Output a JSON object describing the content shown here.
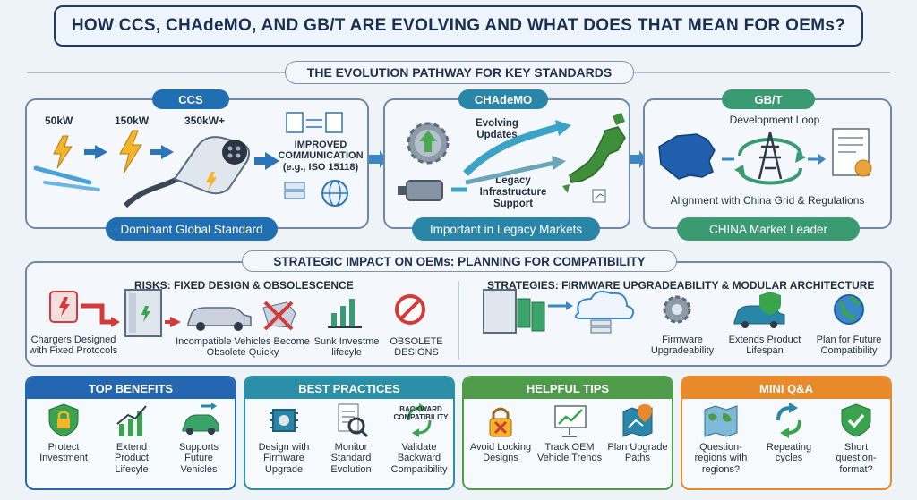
{
  "title": "HOW CCS, CHAdeMO, AND GB/T ARE EVOLVING AND WHAT DOES THAT MEAN FOR OEMs?",
  "evolution": {
    "header": "THE EVOLUTION PATHWAY FOR KEY STANDARDS",
    "ccs": {
      "tag": "CCS",
      "power_levels": [
        "50kW",
        "150kW",
        "350kW+"
      ],
      "communication": "IMPROVED COMMUNICATION (e.g., ISO 15118)",
      "footer": "Dominant Global Standard"
    },
    "chademo": {
      "tag": "CHAdeMO",
      "evolving": "Evolving Updates",
      "legacy": "Legacy Infrastructure Support",
      "footer": "Important in Legacy Markets"
    },
    "gbt": {
      "tag": "GB/T",
      "loop": "Development Loop",
      "alignment": "Alignment with China Grid & Regulations",
      "footer": "CHINA Market Leader"
    }
  },
  "strategic": {
    "header": "STRATEGIC IMPACT ON OEMs: PLANNING FOR COMPATIBILITY",
    "risks": {
      "title": "RISKS: FIXED DESIGN & OBSOLESCENCE",
      "items": [
        "Chargers Designed with Fixed Protocols",
        "Incompatible Vehicles Become Obsolete Quicky",
        "Sunk Investme lifecyle",
        "OBSOLETE DESIGNS"
      ]
    },
    "strategies": {
      "title": "STRATEGIES: FIRMWARE UPGRADEABILITY & MODULAR ARCHITECTURE",
      "items": [
        "Firmware Upgradeability",
        "Extends Product Lifespan",
        "Plan for Future Compatibility"
      ]
    }
  },
  "cards": {
    "benefits": {
      "title": "TOP BENEFITS",
      "items": [
        "Protect Investment",
        "Extend Product Lifecyle",
        "Supports Future Vehicles"
      ]
    },
    "practices": {
      "title": "BEST PRACTICES",
      "badge": "BACKWARD COMPATIBILITY",
      "items": [
        "Design with Firmware Upgrade",
        "Monitor Standard Evolution",
        "Validate Backward Compatibility"
      ]
    },
    "tips": {
      "title": "HELPFUL TIPS",
      "items": [
        "Avoid Locking Designs",
        "Track OEM Vehicle Trends",
        "Plan Upgrade Paths"
      ]
    },
    "qa": {
      "title": "MINI Q&A",
      "items": [
        "Question- regions with regions?",
        "Repeating cycles",
        "Short question- format?"
      ]
    }
  },
  "colors": {
    "navy": "#1f3b63",
    "ccs_blue": "#1f6fb2",
    "chademo_teal": "#2a86a8",
    "gbt_green": "#3a9a72",
    "benefits_blue": "#2467b0",
    "practices_teal": "#2b8fa8",
    "tips_green": "#4e9c4a",
    "qa_orange": "#e8892b",
    "risk_red": "#d43a3a"
  }
}
